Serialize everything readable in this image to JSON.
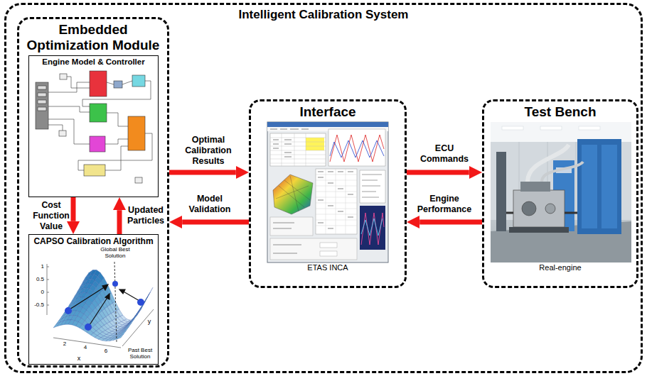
{
  "diagram": {
    "nodes": [
      {
        "text": [
          "Intelligent Calibration System"
        ]
      },
      {
        "text": [
          "Embedded Optimization Module"
        ],
        "in": 0
      },
      {
        "text": [
          "Engine Model & Controller"
        ],
        "in": 1
      },
      {
        "text": [
          "CAPSO Calibration Algorithm"
        ],
        "in": 1
      },
      {
        "text": [
          "Interface",
          "ETAS INCA"
        ],
        "in": 0
      },
      {
        "text": [
          "Test Bench",
          "Real-engine"
        ],
        "in": 0
      }
    ],
    "edges": [
      {
        "from": 2,
        "to": 3,
        "label": "Cost Function Value",
        "arrow": "to"
      },
      {
        "from": 3,
        "to": 2,
        "label": "Updated Particles",
        "arrow": "to"
      },
      {
        "from": 1,
        "to": 4,
        "label": "Optimal Calibration Results",
        "arrow": "to"
      },
      {
        "from": 4,
        "to": 1,
        "label": "Model Validation",
        "arrow": "to"
      },
      {
        "from": 4,
        "to": 5,
        "label": "ECU Commands",
        "arrow": "to"
      },
      {
        "from": 5,
        "to": 4,
        "label": "Engine Performance",
        "arrow": "to"
      }
    ],
    "labels": [
      "Global Best Solution",
      "Past Best Solution",
      "1",
      "0.5",
      "0",
      "-0.5",
      "2",
      "4",
      "6",
      "x",
      "y"
    ]
  }
}
